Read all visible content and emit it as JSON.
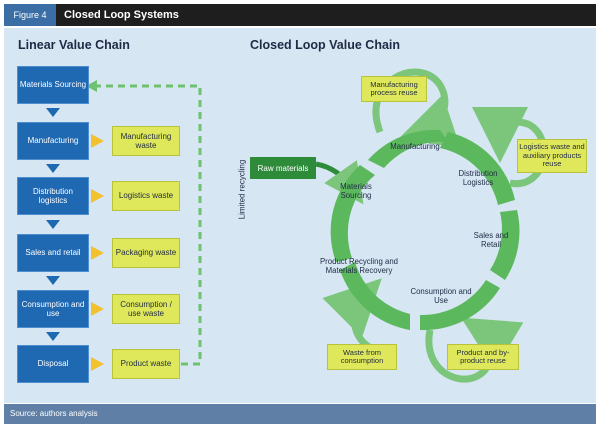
{
  "header": {
    "figure_label": "Figure 4",
    "title": "Closed Loop Systems"
  },
  "linear": {
    "title": "Linear Value Chain",
    "stages": [
      "Materials Sourcing",
      "Manufacturing",
      "Distribution logistics",
      "Sales and retail",
      "Consumption and use",
      "Disposal"
    ],
    "wastes": [
      "Manufacturing waste",
      "Logistics waste",
      "Packaging waste",
      "Consumption / use waste",
      "Product waste"
    ],
    "recycling_label": "Limited recycling"
  },
  "closed": {
    "title": "Closed Loop Value Chain",
    "raw_materials": "Raw materials",
    "stages": [
      "Manufacturing",
      "Distribution Logistics",
      "Sales and Retail",
      "Consumption and Use",
      "Product Recycling and Materials Recovery",
      "Materials Sourcing"
    ],
    "reuse_labels": [
      "Manufacturing process reuse",
      "Logistics waste and auxiliary products reuse",
      "Product and by-product reuse",
      "Waste from consumption"
    ]
  },
  "footer": {
    "source": "Source: authors analysis"
  },
  "colors": {
    "header": "#1e1e1e",
    "tag": "#3a6ea5",
    "panel": "#d6e6f3",
    "blue_box": "#1f68b2",
    "yellow": "#dfe85a",
    "green": "#2e8b3a",
    "green_light": "#6ec16e"
  }
}
